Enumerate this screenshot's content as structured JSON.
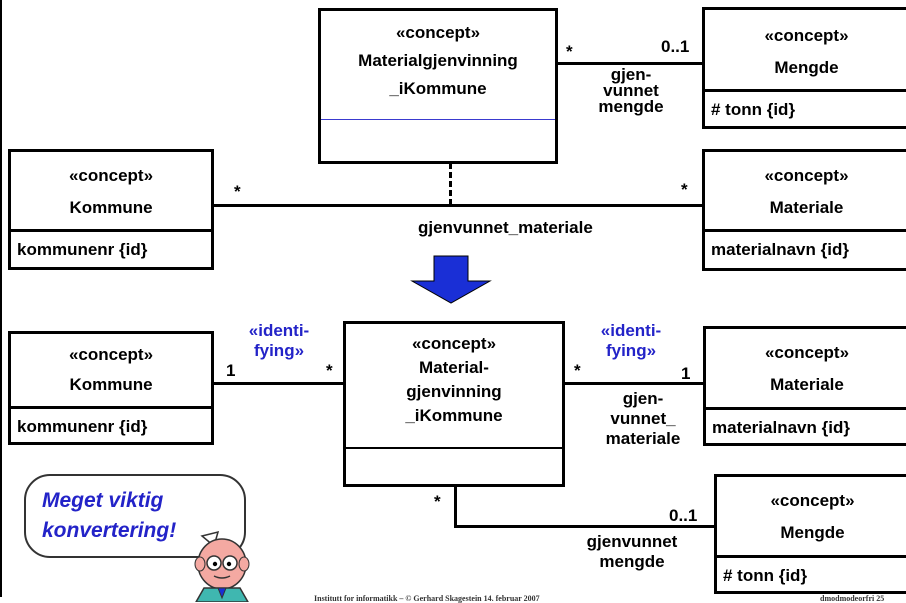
{
  "top": {
    "mg_box": {
      "stereotype": "«concept»",
      "name_line1": "Materialgjenvinning",
      "name_line2": "_iKommune"
    },
    "mengde_box": {
      "stereotype": "«concept»",
      "name": "Mengde",
      "attr": "# tonn {id}"
    },
    "kommune_box": {
      "stereotype": "«concept»",
      "name": "Kommune",
      "attr": "kommunenr {id}"
    },
    "materiale_box": {
      "stereotype": "«concept»",
      "name": "Materiale",
      "attr": "materialnavn {id}"
    },
    "assoc_mengde": {
      "star": "*",
      "mult": "0..1",
      "role_lines": [
        "gjen-",
        "vunnet",
        "mengde"
      ]
    },
    "assoc_materiale": {
      "star_left": "*",
      "star_right": "*",
      "name": "gjenvunnet_materiale"
    }
  },
  "bottom": {
    "kommune_box": {
      "stereotype": "«concept»",
      "name": "Kommune",
      "attr": "kommunenr {id}"
    },
    "mg_box": {
      "stereotype": "«concept»",
      "name_lines": [
        "Material-",
        "gjenvinning",
        "_iKommune"
      ]
    },
    "materiale_box": {
      "stereotype": "«concept»",
      "name": "Materiale",
      "attr": "materialnavn {id}"
    },
    "mengde_box": {
      "stereotype": "«concept»",
      "name": "Mengde",
      "attr": "# tonn {id}"
    },
    "assoc_kommune": {
      "stereo_lines": [
        "«identi-",
        "fying»"
      ],
      "one": "1",
      "star": "*"
    },
    "assoc_materiale": {
      "stereo_lines": [
        "«identi-",
        "fying»"
      ],
      "star": "*",
      "one": "1",
      "role_lines": [
        "gjen-",
        "vunnet_",
        "materiale"
      ]
    },
    "assoc_mengde": {
      "star": "*",
      "mult": "0..1",
      "role_lines": [
        "gjenvunnet",
        "mengde"
      ]
    }
  },
  "callout": {
    "lines": [
      "Meget viktig",
      "konvertering!"
    ]
  },
  "footer": {
    "left": "Institutt for informatikk – © Gerhard Skagestein 14. februar 2007",
    "right": "dmodmodeorfri 25"
  },
  "colors": {
    "stereotype_blue": "#2323c8",
    "arrow_blue": "#1a2fd6",
    "separator_blue": "#3a3acf"
  }
}
